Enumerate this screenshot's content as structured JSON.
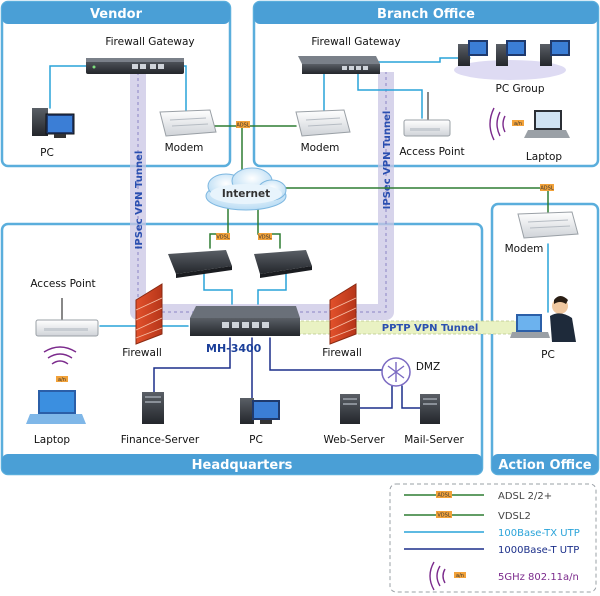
{
  "regions": {
    "vendor": "Vendor",
    "branch_office": "Branch Office",
    "headquarters": "Headquarters",
    "action_office": "Action Office"
  },
  "devices": {
    "vendor_firewall_gateway": "Firewall Gateway",
    "vendor_pc": "PC",
    "vendor_modem": "Modem",
    "branch_firewall_gateway": "Firewall Gateway",
    "branch_pc_group": "PC Group",
    "branch_modem": "Modem",
    "branch_access_point": "Access Point",
    "branch_laptop": "Laptop",
    "internet": "Internet",
    "hq_access_point": "Access Point",
    "hq_firewall_left": "Firewall",
    "hq_firewall_right": "Firewall",
    "hq_router_model": "MH-3400",
    "hq_laptop": "Laptop",
    "finance_server": "Finance-Server",
    "hq_pc": "PC",
    "web_server": "Web-Server",
    "mail_server": "Mail-Server",
    "dmz": "DMZ",
    "action_modem": "Modem",
    "action_pc": "PC"
  },
  "tunnels": {
    "ipsec_left": "IPSec VPN Tunnel",
    "ipsec_right": "IPSec VPN Tunnel",
    "pptp": "PPTP VPN Tunnel"
  },
  "small_tags": {
    "adsl": "ADSL",
    "vdsl": "VDSL",
    "wifi": "a/n"
  },
  "legend": {
    "adsl": "ADSL 2/2+",
    "vdsl": "VDSL2",
    "fast_ethernet": "100Base-TX UTP",
    "gigabit": "1000Base-T UTP",
    "wireless": "5GHz 802.11a/n"
  },
  "colors": {
    "region_border": "#5aaedc",
    "region_header": "#4a9fd6",
    "adsl_line": "#2e7d32",
    "vdsl_line": "#2e7d32",
    "fast_ethernet_line": "#29a3d9",
    "gigabit_line": "#1b2f8a",
    "wireless_text": "#7b2a8c",
    "tunnel": "#c9c6e4"
  }
}
